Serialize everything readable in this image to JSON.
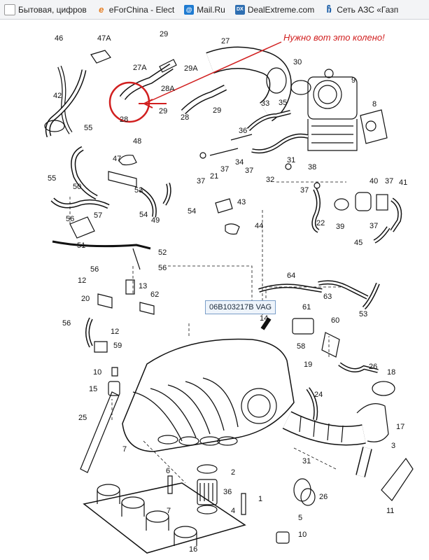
{
  "bookmarks": [
    {
      "label": "Бытовая, цифров",
      "icon": "page-icon"
    },
    {
      "label": "eForChina - Elect",
      "icon": "eforchina-logo-icon"
    },
    {
      "label": "Mail.Ru",
      "icon": "mailru-logo-icon"
    },
    {
      "label": "DealExtreme.com",
      "icon": "dealextreme-logo-icon"
    },
    {
      "label": "Сеть АЗС «Газп",
      "icon": "gazprom-logo-icon"
    }
  ],
  "annotation": {
    "note": "Нужно вот это колено!",
    "color": "#d11f1f"
  },
  "part_number_label": "06B103217B VAG",
  "callouts": [
    "46",
    "47A",
    "29",
    "27",
    "27A",
    "29A",
    "28A",
    "28",
    "29",
    "28",
    "29",
    "30",
    "9",
    "33",
    "35",
    "36",
    "8",
    "42",
    "55",
    "48",
    "47",
    "37",
    "21",
    "37",
    "34",
    "37",
    "31",
    "38",
    "32",
    "37",
    "40",
    "37",
    "41",
    "55",
    "50",
    "53",
    "49",
    "54",
    "54",
    "43",
    "22",
    "39",
    "37",
    "57",
    "56",
    "51",
    "44",
    "45",
    "52",
    "56",
    "56",
    "12",
    "13",
    "62",
    "64",
    "63",
    "53",
    "20",
    "56",
    "12",
    "59",
    "61",
    "14",
    "60",
    "58",
    "19",
    "26",
    "10",
    "15",
    "18",
    "24",
    "25",
    "7",
    "2",
    "17",
    "3",
    "31",
    "6",
    "36",
    "1",
    "7",
    "4",
    "26",
    "5",
    "10",
    "16",
    "11"
  ]
}
